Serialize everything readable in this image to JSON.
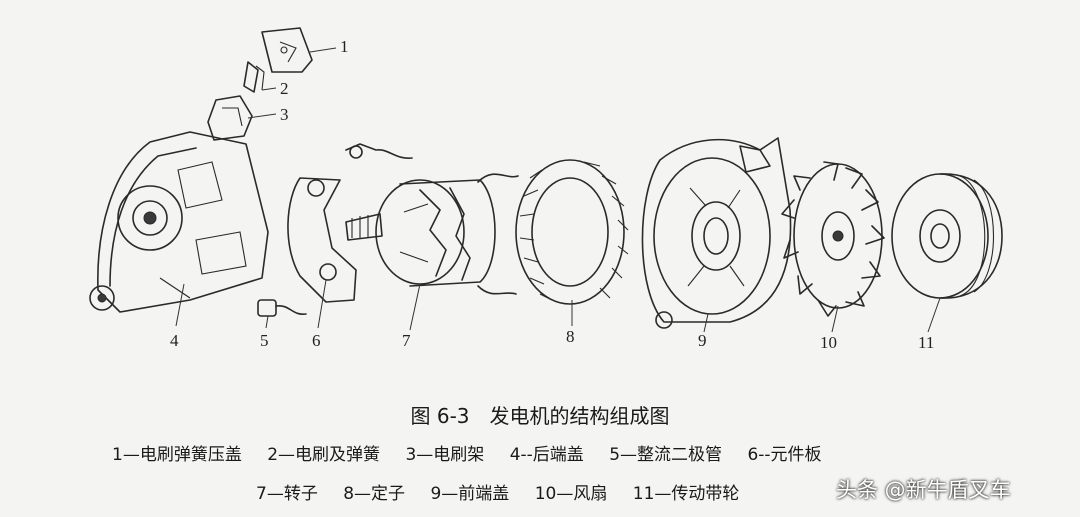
{
  "figure": {
    "callouts": [
      "1",
      "2",
      "3",
      "4",
      "5",
      "6",
      "7",
      "8",
      "9",
      "10",
      "11"
    ],
    "caption": "图 6-3　发电机的结构组成图",
    "legend_row1": [
      "1—电刷弹簧压盖",
      "2—电刷及弹簧",
      "3—电刷架",
      "4--后端盖",
      "5—整流二极管",
      "6--元件板"
    ],
    "legend_row2": [
      "7—转子",
      "8—定子",
      "9—前端盖",
      "10—风扇",
      "11—传动带轮"
    ]
  },
  "watermark": "头条 @新牛盾叉车"
}
